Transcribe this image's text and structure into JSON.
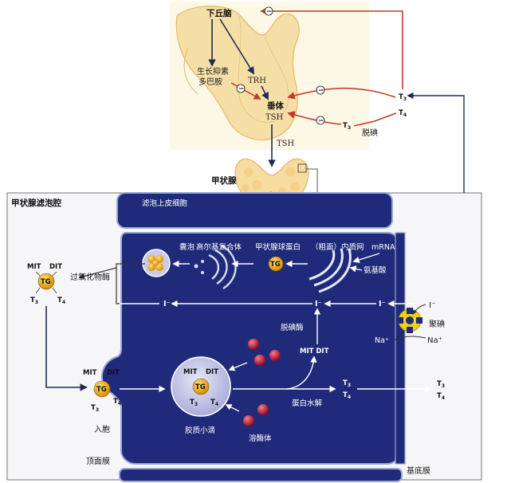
{
  "labels": {
    "hypothalamus": "下丘脑",
    "gh_dopamine_1": "生长抑素",
    "gh_dopamine_2": "多巴胺",
    "trh": "TRH",
    "pituitary": "垂体",
    "tsh_pit": "TSH",
    "tsh_axis": "TSH",
    "thyroid": "甲状腺",
    "t3_right": "T",
    "t4_right": "T",
    "t3_deiod": "T",
    "deiodination": "脱碘",
    "follicle_lumen": "甲状腺滤泡腔",
    "epithelial_cell": "滤泡上皮细胞",
    "vesicle": "囊泡",
    "golgi": "高尔基复合体",
    "thyroglobulin": "甲状腺球蛋白",
    "rough_er": "（粗面）内质网",
    "mrna": "mRNA",
    "amino_acid": "氨基酸",
    "peroxidase": "过氧化物酶",
    "iodide_left": "I⁻",
    "iodide_mid": "I⁻",
    "iodide_right": "I⁻",
    "iodide_out": "I⁻",
    "symporter": "聚碘",
    "na_in": "Na⁺",
    "na_out": "Na⁺",
    "deiodinase": "脱碘酶",
    "mit_dit": "MIT  DIT",
    "proteolysis": "蛋白水解",
    "colloid_droplet": "胶质小滴",
    "lysosome": "溶酶体",
    "endocytosis": "入胞",
    "apical_membrane": "顶面膜",
    "basal_membrane": "基底膜",
    "tg": "TG",
    "mit": "MIT",
    "dit": "DIT",
    "t3": "T",
    "t4": "T",
    "sub3": "3",
    "sub4": "4",
    "minus": "−"
  },
  "colors": {
    "cell_dark": "#1f2a7a",
    "cell_mid": "#2c3b9a",
    "membrane": "#9aa6d8",
    "lumen": "#f2f1f6",
    "gland": "#f7dca0",
    "gland_edge": "#e0b870",
    "brain_bg": "#fbf1cf",
    "stimulate": "#1f2a55",
    "inhibit": "#c0392b",
    "tg_ball": "#f0b020",
    "lysosome": "#b0142a"
  }
}
